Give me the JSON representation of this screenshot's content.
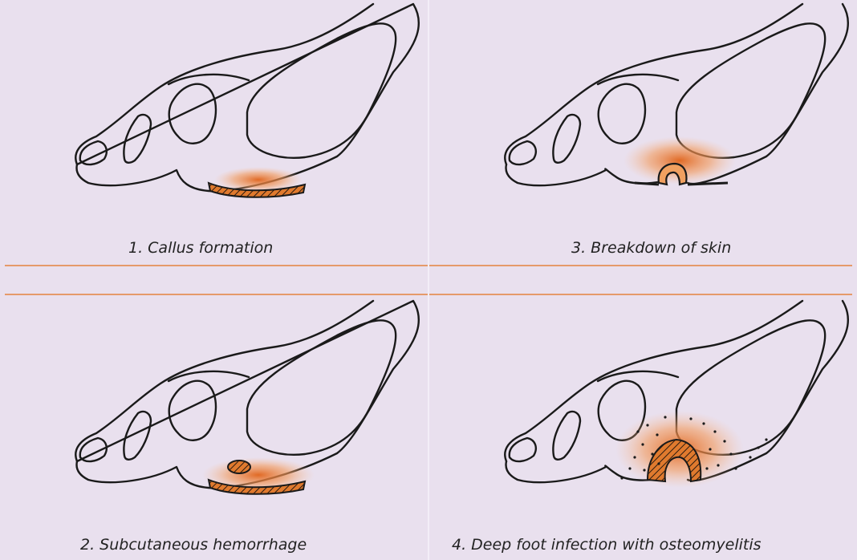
{
  "panels": [
    {
      "id": "callus",
      "caption": "1. Callus formation"
    },
    {
      "id": "breakdown",
      "caption": "3. Breakdown of skin"
    },
    {
      "id": "hemorrhage",
      "caption": "2. Subcutaneous hemorrhage"
    },
    {
      "id": "infection",
      "caption": "4. Deep foot infection with osteomyelitis"
    }
  ],
  "colors": {
    "background": "#e9e0ee",
    "divider": "#e59a6a",
    "lesion": "#d96a1e",
    "lesion_glow": "#f4a66a",
    "outline": "#1a1a1a"
  }
}
